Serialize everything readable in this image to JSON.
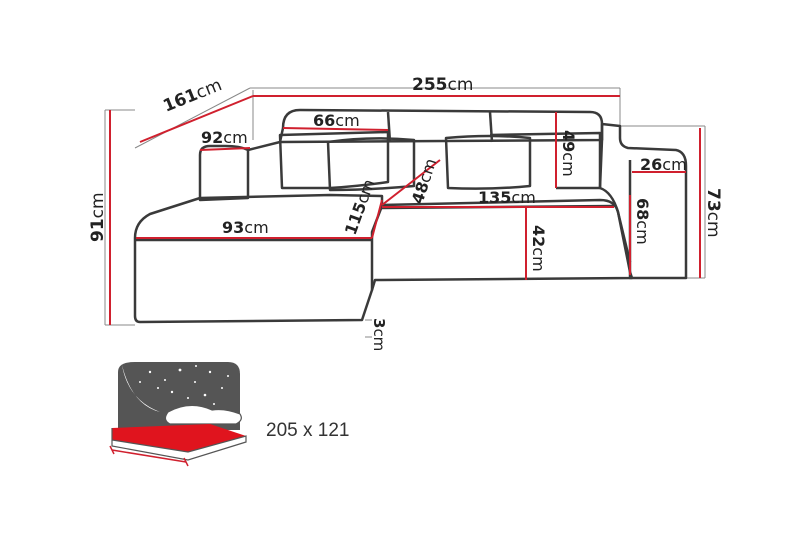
{
  "unit": "cm",
  "colors": {
    "outline": "#333333",
    "dimension": "#d0202e",
    "thin": "#999999",
    "bed_red": "#e0141e"
  },
  "dimensions": {
    "total_width": "255",
    "depth_left": "161",
    "armrest_left": "92",
    "back_cushion": "66",
    "back_height": "49",
    "armrest_right": "26",
    "total_height": "91",
    "height_right": "73",
    "chaise_depth": "93",
    "chaise_diag": "115",
    "seat_diag": "48",
    "seat_width": "135",
    "seat_height": "42",
    "side_height": "68",
    "leg_height": "3"
  },
  "bed": {
    "size_label": "205 x 121"
  }
}
